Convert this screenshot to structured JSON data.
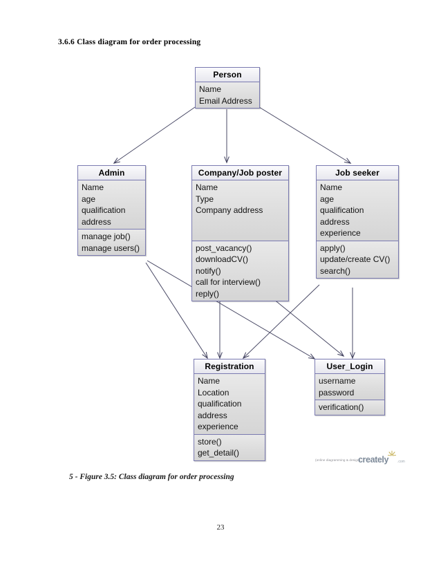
{
  "document": {
    "section_heading": "3.6.6 Class diagram for order processing",
    "figure_caption": "5  - Figure 3.5: Class diagram for order processing",
    "page_number": "23"
  },
  "watermark": {
    "tagline": "(online diagramming & design)",
    "brand": "creately",
    "tld": ".com"
  },
  "colors": {
    "box_border": "#7a7ab0",
    "header_fill": "#f0f0f4",
    "body_fill": "#dedede",
    "connector": "#444466",
    "page_background": "#ffffff",
    "text": "#111111"
  },
  "chart_data": {
    "type": "diagram",
    "diagram_type": "uml-class-diagram",
    "title": "Class diagram for order processing",
    "nodes": [
      {
        "id": "person",
        "name": "Person",
        "attributes": [
          "Name",
          "Email Address"
        ],
        "methods": []
      },
      {
        "id": "admin",
        "name": "Admin",
        "attributes": [
          "Name",
          "age",
          "qualification",
          "address"
        ],
        "methods": [
          "manage job()",
          "manage users()"
        ]
      },
      {
        "id": "company",
        "name": "Company/Job poster",
        "attributes": [
          "Name",
          "Type",
          "Company address"
        ],
        "methods": [
          "post_vacancy()",
          "downloadCV()",
          "notify()",
          "call for interview()",
          "reply()"
        ]
      },
      {
        "id": "jobseeker",
        "name": "Job seeker",
        "attributes": [
          "Name",
          "age",
          "qualification",
          "address",
          "experience"
        ],
        "methods": [
          "apply()",
          "update/create CV()",
          "search()"
        ]
      },
      {
        "id": "registration",
        "name": "Registration",
        "attributes": [
          "Name",
          "Location",
          "qualification",
          "address",
          "experience"
        ],
        "methods": [
          "store()",
          "get_detail()"
        ]
      },
      {
        "id": "userlogin",
        "name": "User_Login",
        "attributes": [
          "username",
          "password"
        ],
        "methods": [
          "verification()"
        ]
      }
    ],
    "edges": [
      {
        "from": "person",
        "to": "admin",
        "type": "directed-association"
      },
      {
        "from": "person",
        "to": "company",
        "type": "directed-association"
      },
      {
        "from": "person",
        "to": "jobseeker",
        "type": "directed-association"
      },
      {
        "from": "admin",
        "to": "registration",
        "type": "directed-association"
      },
      {
        "from": "admin",
        "to": "userlogin",
        "type": "directed-association"
      },
      {
        "from": "company",
        "to": "registration",
        "type": "directed-association"
      },
      {
        "from": "company",
        "to": "userlogin",
        "type": "directed-association"
      },
      {
        "from": "jobseeker",
        "to": "registration",
        "type": "directed-association"
      },
      {
        "from": "jobseeker",
        "to": "userlogin",
        "type": "directed-association"
      }
    ]
  }
}
